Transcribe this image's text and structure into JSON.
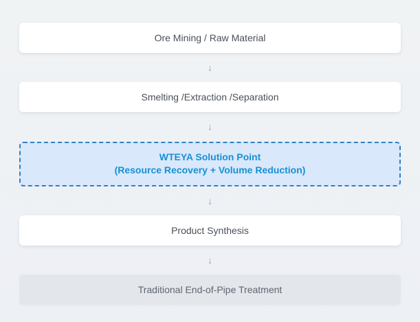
{
  "flow": {
    "arrow_glyph": "↓",
    "steps": [
      {
        "id": "ore-mining",
        "label": "Ore Mining / Raw Material",
        "style": "default"
      },
      {
        "id": "smelting",
        "label": "Smelting /Extraction /Separation",
        "style": "default"
      },
      {
        "id": "wteya-solution",
        "line1": "WTEYA Solution Point",
        "line2": "(Resource Recovery + Volume Reduction)",
        "style": "highlight"
      },
      {
        "id": "product-synthesis",
        "label": "Product Synthesis",
        "style": "default"
      },
      {
        "id": "end-of-pipe",
        "label": "Traditional End-of-Pipe Treatment",
        "style": "muted"
      }
    ]
  },
  "colors": {
    "page_background": "#eff2f4",
    "box_background": "#ffffff",
    "muted_box_background": "#e3e6eb",
    "highlight_background": "#d9e8fa",
    "highlight_border": "#2e80c5",
    "accent_blue_text": "#1890d5",
    "box_text": "#4a5058",
    "muted_text": "#5f6670",
    "arrow_gray": "#9ba1ab"
  }
}
